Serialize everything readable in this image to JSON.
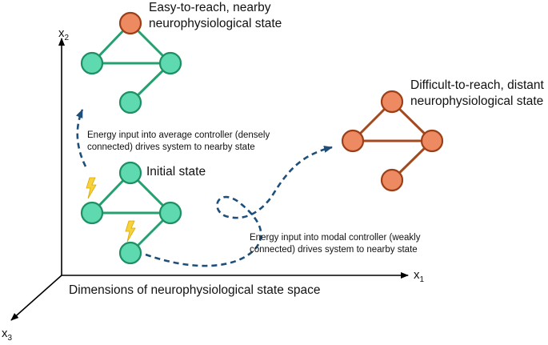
{
  "colors": {
    "green_fill": "#5fd9b0",
    "green_stroke": "#1e8f63",
    "green_edge": "#24a071",
    "orange_fill": "#ee8a62",
    "orange_stroke": "#9a3f18",
    "orange_edge": "#a44a20",
    "path": "#1d4f7a",
    "bolt": "#f7d23a",
    "axis": "#000000"
  },
  "icons": [
    "lightning-bolt-icon",
    "arrowhead-icon"
  ],
  "axes": {
    "x1": {
      "base": "x",
      "sub": "1"
    },
    "x2": {
      "base": "x",
      "sub": "2"
    },
    "x3": {
      "base": "x",
      "sub": "3"
    },
    "caption": "Dimensions of neurophysiological state space"
  },
  "states": {
    "easy": {
      "line1": "Easy-to-reach, nearby",
      "line2": "neurophysiological state"
    },
    "difficult": {
      "line1": "Difficult-to-reach, distant",
      "line2": "neurophysiological state"
    },
    "initial": {
      "label": "Initial state"
    }
  },
  "annotations": {
    "average": {
      "line1": "Energy input into average controller (densely",
      "line2": "connected) drives system to nearby state"
    },
    "modal": {
      "line1": "Energy input into modal controller (weakly",
      "line2": "connected) drives system to nearby state"
    }
  }
}
